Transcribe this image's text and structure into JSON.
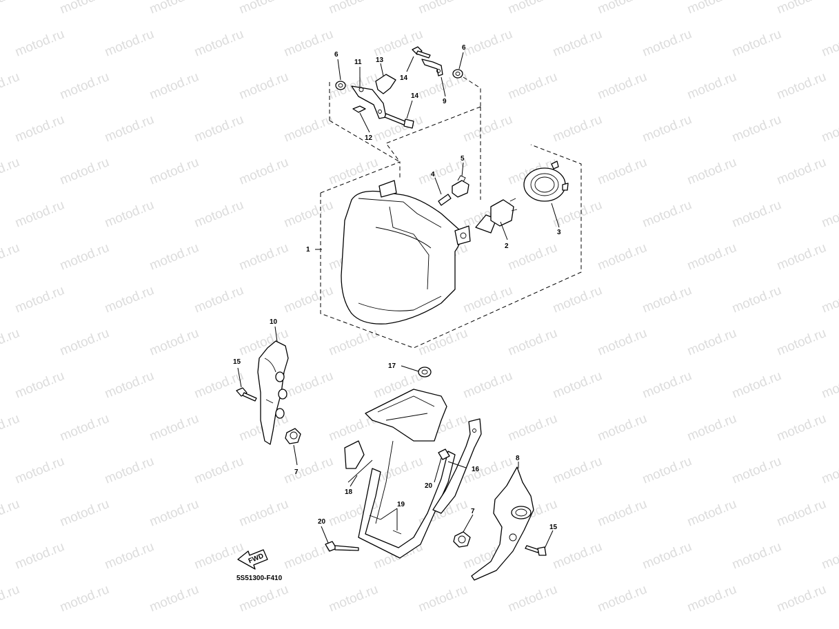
{
  "watermark": {
    "text": "motod.ru"
  },
  "diagram": {
    "code": "5S51300-F410",
    "fwd_label": "FWD",
    "callouts": [
      {
        "id": "c1",
        "label": "1"
      },
      {
        "id": "c2",
        "label": "2"
      },
      {
        "id": "c3",
        "label": "3"
      },
      {
        "id": "c4",
        "label": "4"
      },
      {
        "id": "c5",
        "label": "5"
      },
      {
        "id": "c6a",
        "label": "6"
      },
      {
        "id": "c6b",
        "label": "6"
      },
      {
        "id": "c7a",
        "label": "7"
      },
      {
        "id": "c7b",
        "label": "7"
      },
      {
        "id": "c8",
        "label": "8"
      },
      {
        "id": "c9",
        "label": "9"
      },
      {
        "id": "c10",
        "label": "10"
      },
      {
        "id": "c11",
        "label": "11"
      },
      {
        "id": "c12",
        "label": "12"
      },
      {
        "id": "c13",
        "label": "13"
      },
      {
        "id": "c14a",
        "label": "14"
      },
      {
        "id": "c14b",
        "label": "14"
      },
      {
        "id": "c15a",
        "label": "15"
      },
      {
        "id": "c15b",
        "label": "15"
      },
      {
        "id": "c16",
        "label": "16"
      },
      {
        "id": "c17",
        "label": "17"
      },
      {
        "id": "c18",
        "label": "18"
      },
      {
        "id": "c19",
        "label": "19"
      },
      {
        "id": "c20a",
        "label": "20"
      },
      {
        "id": "c20b",
        "label": "20"
      }
    ]
  }
}
